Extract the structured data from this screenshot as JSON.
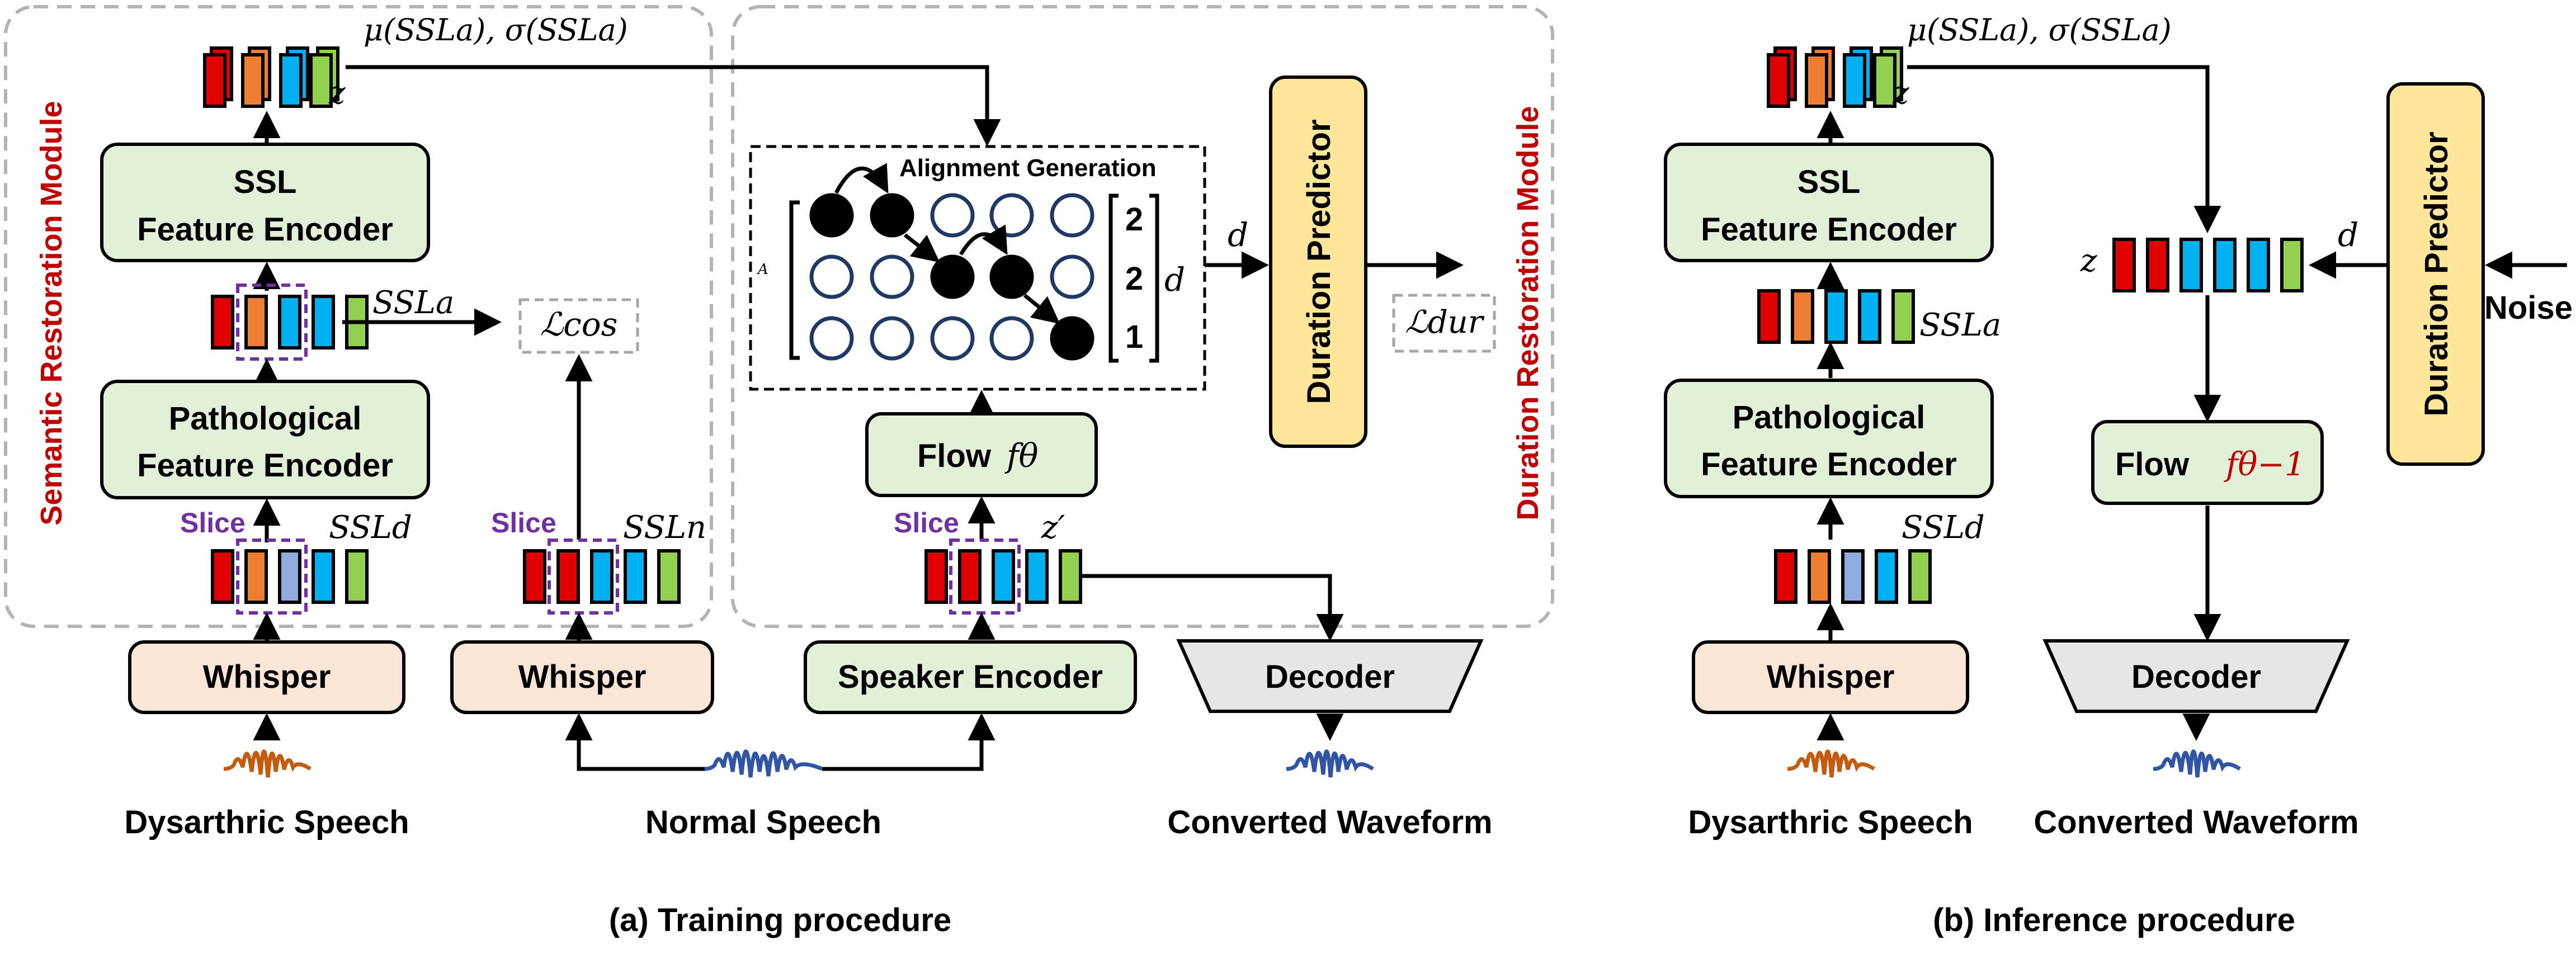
{
  "colors": {
    "green_box": "#e2f0d9",
    "peach_box": "#fbe5d6",
    "yellow_box": "#ffe699",
    "gray_box": "#e7e6e6",
    "module_red": "#c00000",
    "slice_purple": "#7030a0",
    "orange_wave": "#c55a11",
    "blue_wave": "#2f55a4",
    "vec_red": "#e00000",
    "vec_orange": "#ed7d31",
    "vec_blue": "#00b0f0",
    "vec_lavender": "#8faadc",
    "vec_green": "#92d050"
  },
  "training": {
    "caption": "(a) Training procedure",
    "semantic_module_label": "Semantic Restoration Module",
    "duration_module_label": "Duration Restoration Module",
    "ssl_encoder_line1": "SSL",
    "ssl_encoder_line2": "Feature Encoder",
    "pathological_encoder_line1": "Pathological",
    "pathological_encoder_line2": "Feature Encoder",
    "whisper_left": "Whisper",
    "whisper_mid": "Whisper",
    "speaker_encoder": "Speaker Encoder",
    "decoder": "Decoder",
    "duration_predictor": "Duration Predictor",
    "flow": "Flow",
    "flow_symbol": "fθ",
    "alignment_title": "Alignment Generation",
    "alignment_matrix_label": "A",
    "duration_values": [
      "2",
      "2",
      "1"
    ],
    "label_d_matrix": "d",
    "label_d_arrow": "d",
    "label_mu_sigma": "μ(SSLa), σ(SSLa)",
    "label_z": "z",
    "label_z_prime": "z′",
    "label_ssl_a": "SSLa",
    "label_ssl_d": "SSLd",
    "label_ssl_n": "SSLn",
    "loss_cos": "ℒcos",
    "loss_dur": "ℒdur",
    "slice": "Slice",
    "dysarthric_speech": "Dysarthric Speech",
    "normal_speech": "Normal Speech",
    "converted_waveform": "Converted Waveform"
  },
  "inference": {
    "caption": "(b) Inference procedure",
    "ssl_encoder_line1": "SSL",
    "ssl_encoder_line2": "Feature Encoder",
    "pathological_encoder_line1": "Pathological",
    "pathological_encoder_line2": "Feature Encoder",
    "whisper": "Whisper",
    "decoder": "Decoder",
    "duration_predictor": "Duration Predictor",
    "flow": "Flow",
    "flow_symbol": "fθ−1",
    "label_mu_sigma": "μ(SSLa), σ(SSLa)",
    "label_z_top": "z",
    "label_z_mid": "z",
    "label_d": "d",
    "label_ssl_a": "SSLa",
    "label_ssl_d": "SSLd",
    "noise": "Noise",
    "dysarthric_speech": "Dysarthric Speech",
    "converted_waveform": "Converted Waveform"
  }
}
